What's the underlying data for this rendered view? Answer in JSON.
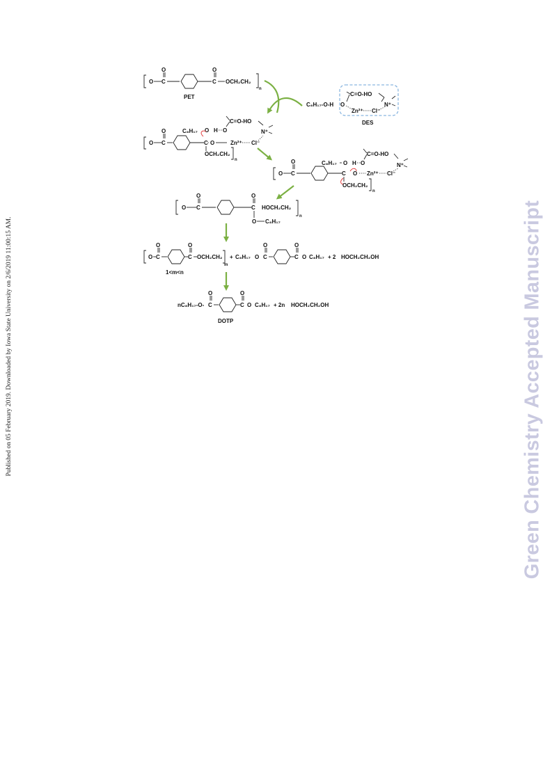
{
  "sidebar_note": "Published on 05 February 2019. Downloaded by Iowa State University on 2/6/2019 11:00:15 AM.",
  "watermark": "Green Chemistry Accepted Manuscript",
  "scheme": {
    "pet_label": "PET",
    "des_label": "DES",
    "dotp_label": "DOTP",
    "range_label": "1<m<n",
    "c8h17": "C₈H₁₇",
    "och2ch2": "OCH₂CH₂",
    "hoch2ch2": "HOCH₂CH₂",
    "ethylene_glycol": "HOCH₂CH₂OH",
    "zn": "Zn²⁺",
    "cl": "Cl⁻",
    "n_plus": "N⁺",
    "oh_group": "C=O-HO",
    "octanol": "C₈H₁₇-O-H",
    "sub_n": "n",
    "sub_m": "m",
    "coef_2": "+ 2",
    "coef_2n": "+ 2n",
    "prefix_n": "nC₈H₁₇-O-",
    "atom_o": "O",
    "atom_c": "C",
    "atom_h": "H",
    "plus": "+"
  }
}
